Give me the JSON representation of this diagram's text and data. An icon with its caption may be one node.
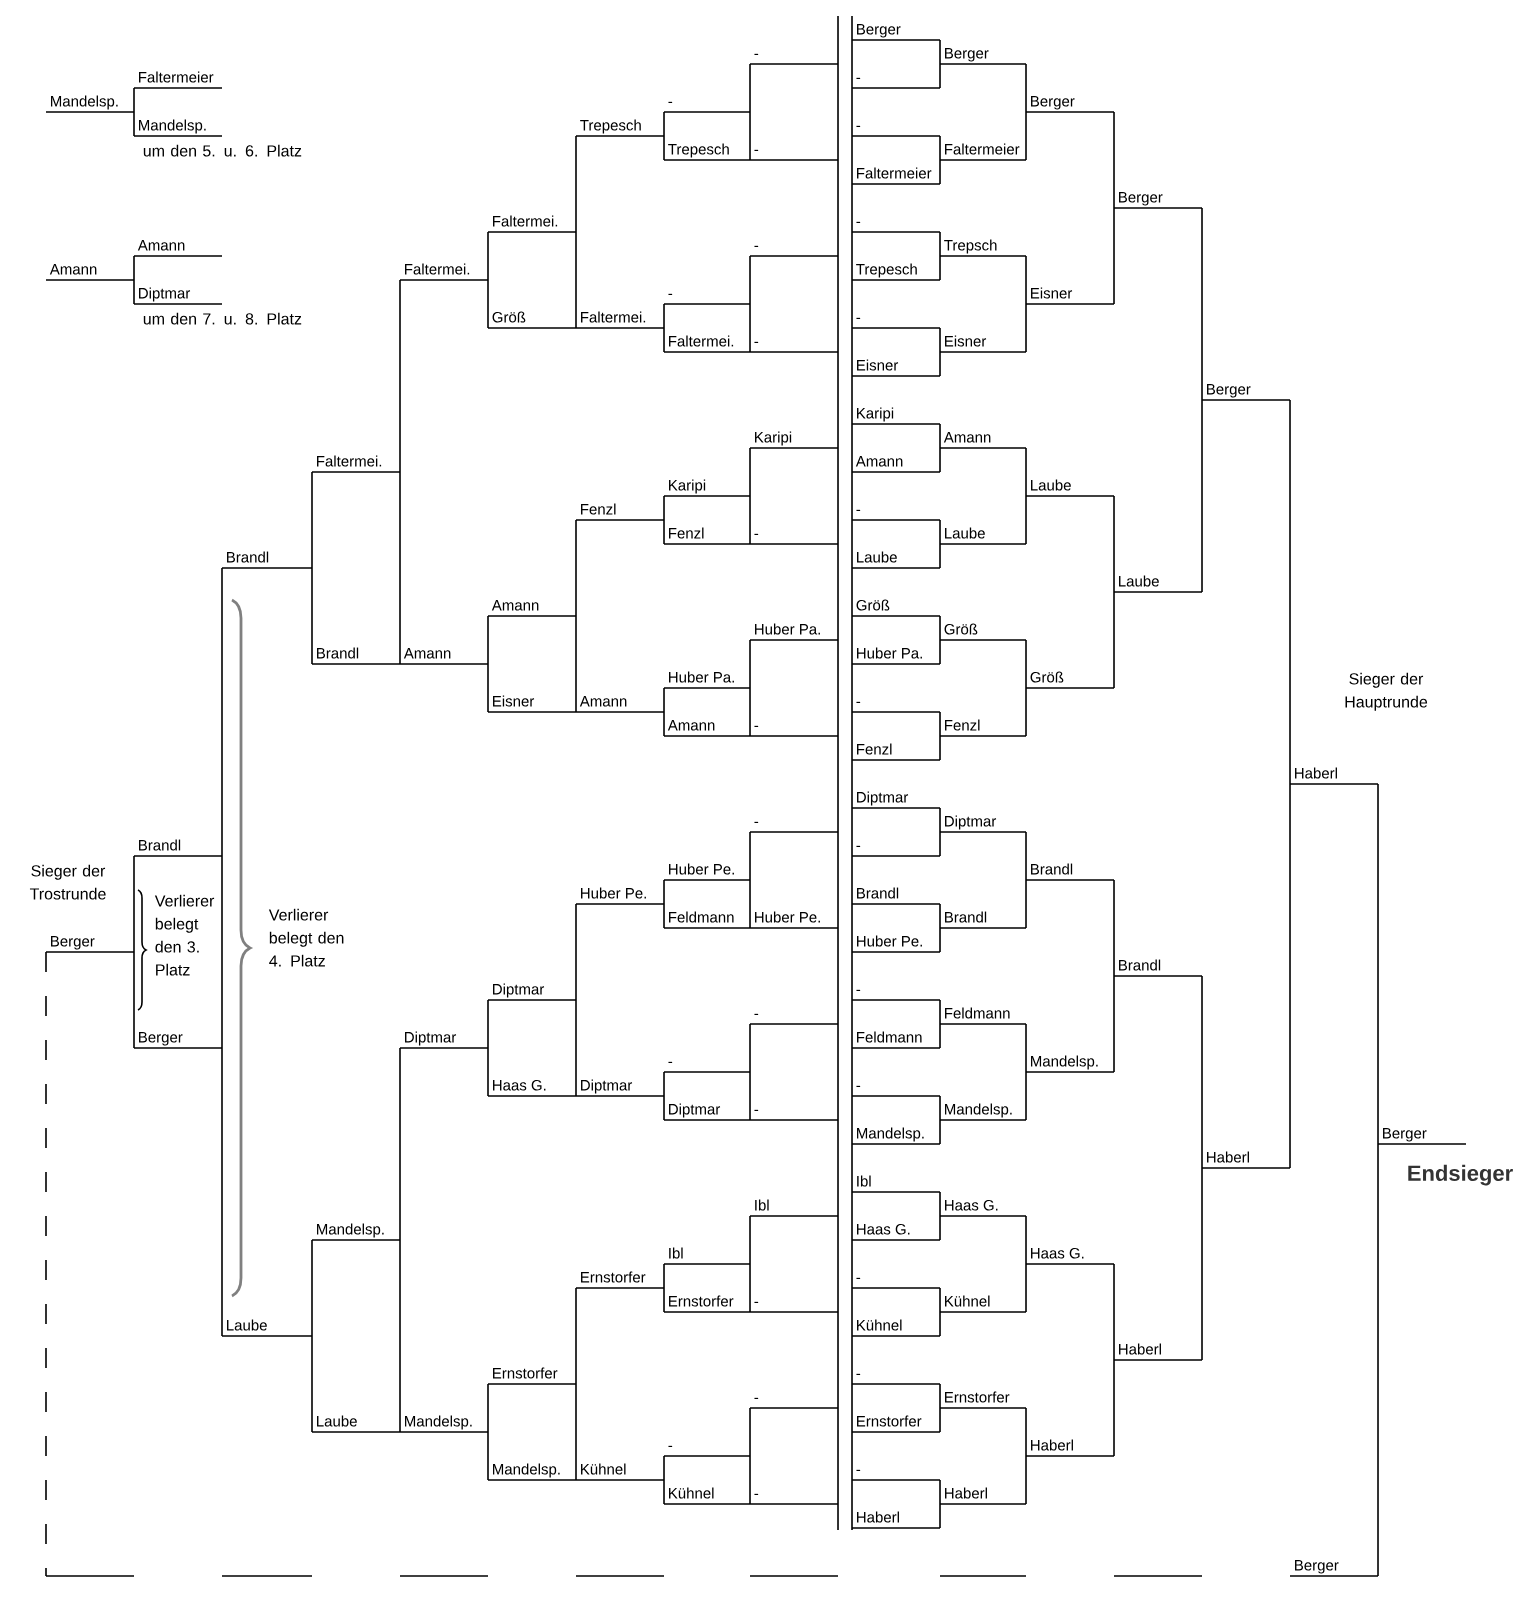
{
  "diagram": {
    "labels": [
      "Faltermeier",
      "Mandelsp.",
      "Mandelsp.",
      "um den 5. u. 6. Platz",
      "Amann",
      "Amann",
      "Diptmar",
      "um den 7. u. 8. Platz",
      "Sieger der Trostrunde",
      "Berger",
      "Brandl",
      "Berger",
      "Verlierer belegt den 3. Platz",
      "Verlierer belegt den 4. Platz",
      "Brandl",
      "Laube",
      "Faltermei.",
      "Brandl",
      "Mandelsp.",
      "Laube",
      "Faltermei.",
      "Amann",
      "Diptmar",
      "Mandelsp.",
      "Faltermei.",
      "Größ",
      "Amann",
      "Eisner",
      "Diptmar",
      "Haas G.",
      "Ernstorfer",
      "Mandelsp.",
      "Trepesch",
      "Faltermei.",
      "Fenzl",
      "Amann",
      "Huber Pe.",
      "Diptmar",
      "Ernstorfer",
      "Kühnel",
      "-",
      "Trepesch",
      "-",
      "Faltermei.",
      "Karipi",
      "Fenzl",
      "Huber Pa.",
      "Amann",
      "Huber Pe.",
      "Feldmann",
      "-",
      "Diptmar",
      "Ibl",
      "Ernstorfer",
      "-",
      "Kühnel",
      "-",
      "-",
      "-",
      "-",
      "Karipi",
      "-",
      "Huber Pa.",
      "-",
      "-",
      "Huber Pe.",
      "-",
      "-",
      "Ibl",
      "-",
      "-",
      "-",
      "Berger",
      "-",
      "-",
      "Faltermeier",
      "-",
      "Trepesch",
      "-",
      "Eisner",
      "Karipi",
      "Amann",
      "-",
      "Laube",
      "Größ",
      "Huber Pa.",
      "-",
      "Fenzl",
      "Diptmar",
      "-",
      "Brandl",
      "Huber Pe.",
      "-",
      "Feldmann",
      "-",
      "Mandelsp.",
      "Ibl",
      "Haas G.",
      "-",
      "Kühnel",
      "-",
      "Ernstorfer",
      "-",
      "Haberl",
      "Berger",
      "Faltermeier",
      "Trepsch",
      "Eisner",
      "Amann",
      "Laube",
      "Größ",
      "Fenzl",
      "Diptmar",
      "Brandl",
      "Feldmann",
      "Mandelsp.",
      "Haas G.",
      "Kühnel",
      "Ernstorfer",
      "Haberl",
      "Berger",
      "Eisner",
      "Laube",
      "Größ",
      "Brandl",
      "Mandelsp.",
      "Haas G.",
      "Haberl",
      "Berger",
      "Laube",
      "Brandl",
      "Haberl",
      "Berger",
      "Haberl",
      "Haberl",
      "Berger",
      "Sieger der Hauptrunde",
      "Berger",
      "Endsieger"
    ]
  }
}
